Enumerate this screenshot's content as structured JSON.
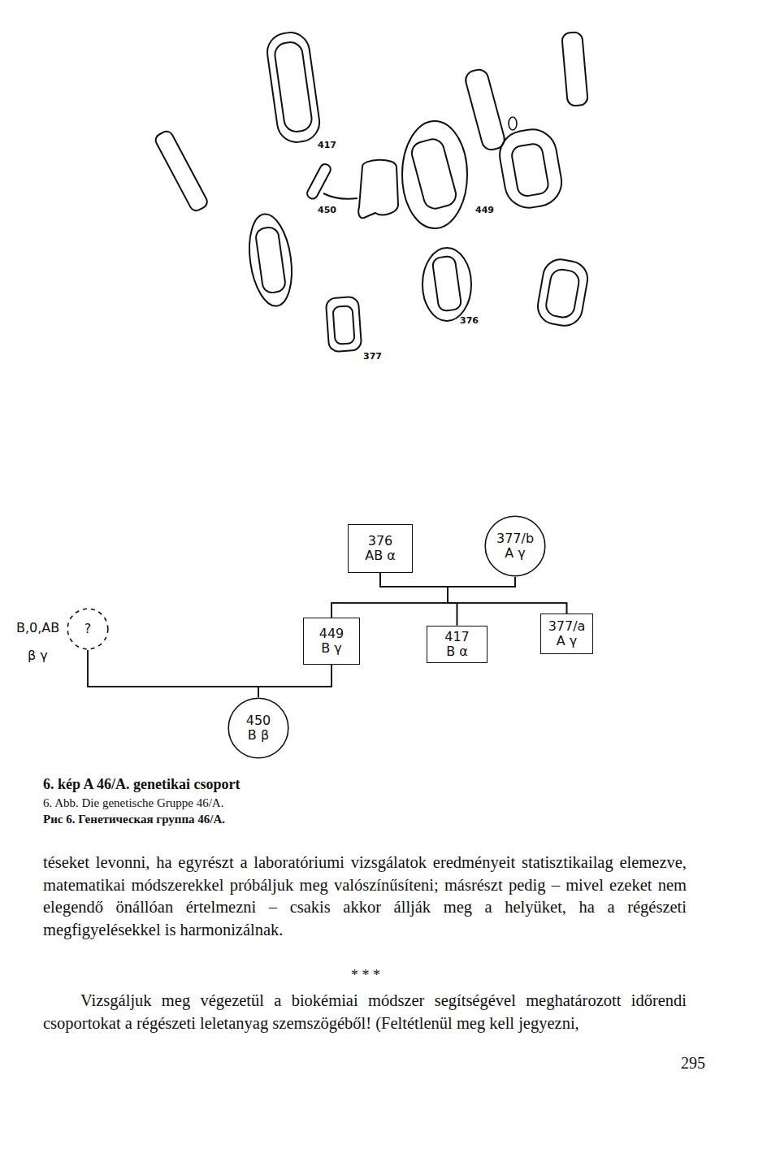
{
  "diagram": {
    "nodes": [
      {
        "text": [
          "376",
          "AB α"
        ]
      },
      {
        "text": [
          "377/b",
          "A γ"
        ]
      },
      {
        "text": [
          "?",
          "B,0,AB",
          "β γ"
        ]
      },
      {
        "text": [
          "449",
          "B γ"
        ]
      },
      {
        "text": [
          "417",
          "B α"
        ]
      },
      {
        "text": [
          "377/a",
          "A γ"
        ]
      },
      {
        "text": [
          "450",
          "B β"
        ]
      }
    ],
    "edges": [
      {
        "from": 0,
        "to": 1,
        "arrow": "none"
      },
      {
        "from": 0,
        "to": 3,
        "arrow": "none"
      },
      {
        "from": 0,
        "to": 4,
        "arrow": "none"
      },
      {
        "from": 0,
        "to": 5,
        "arrow": "none"
      },
      {
        "from": 1,
        "to": 3,
        "arrow": "none"
      },
      {
        "from": 1,
        "to": 4,
        "arrow": "none"
      },
      {
        "from": 1,
        "to": 5,
        "arrow": "none"
      },
      {
        "from": 2,
        "to": 3,
        "arrow": "none"
      },
      {
        "from": 2,
        "to": 6,
        "arrow": "none"
      },
      {
        "from": 3,
        "to": 6,
        "arrow": "none"
      }
    ],
    "labels": [
      "417",
      "450",
      "449",
      "376",
      "377",
      "6. kép A 46/A. genetikai csoport",
      "6. Abb. Die genetische Gruppe 46/A.",
      "Рис 6. Генетическая группа 46/A.",
      "téseket levonni, ha egyrészt a laboratóriumi vizsgálatok eredményeit statisztikailag elemezve, matematikai módszerekkel próbáljuk meg valószínűsíteni; másrészt pedig – mivel ezeket nem elegendő önállóan értelmezni – csakis akkor állják meg a helyüket, ha a régészeti megfigyelésekkel is harmonizálnak.",
      "* * *",
      "Vizsgáljuk meg végezetül a biokémiai módszer segítségével meghatározott időrendi csoportokat a régészeti leletanyag szemszögéből! (Feltétlenül meg kell jegyezni,",
      "295"
    ]
  }
}
